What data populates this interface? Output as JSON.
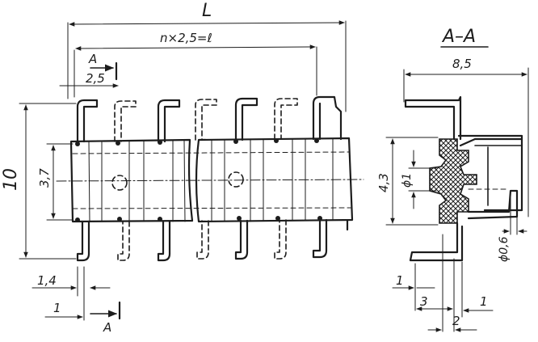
{
  "labels": {
    "overall_length": "L",
    "pitch_formula": "n×2,5=ℓ",
    "section_marker_top": "A",
    "section_marker_bottom": "A",
    "pitch": "2,5",
    "height_total": "10",
    "height_body": "3,7",
    "lead_offset": "1,4",
    "lead_offset_small": "1",
    "section_title": "A–A",
    "section_width": "8,5",
    "section_height": "4,3",
    "hole_diameter": "ϕ1",
    "wire_diameter": "ϕ0,6",
    "dim_1_left": "1",
    "dim_3": "3",
    "dim_1_right": "1",
    "dim_2": "2"
  }
}
